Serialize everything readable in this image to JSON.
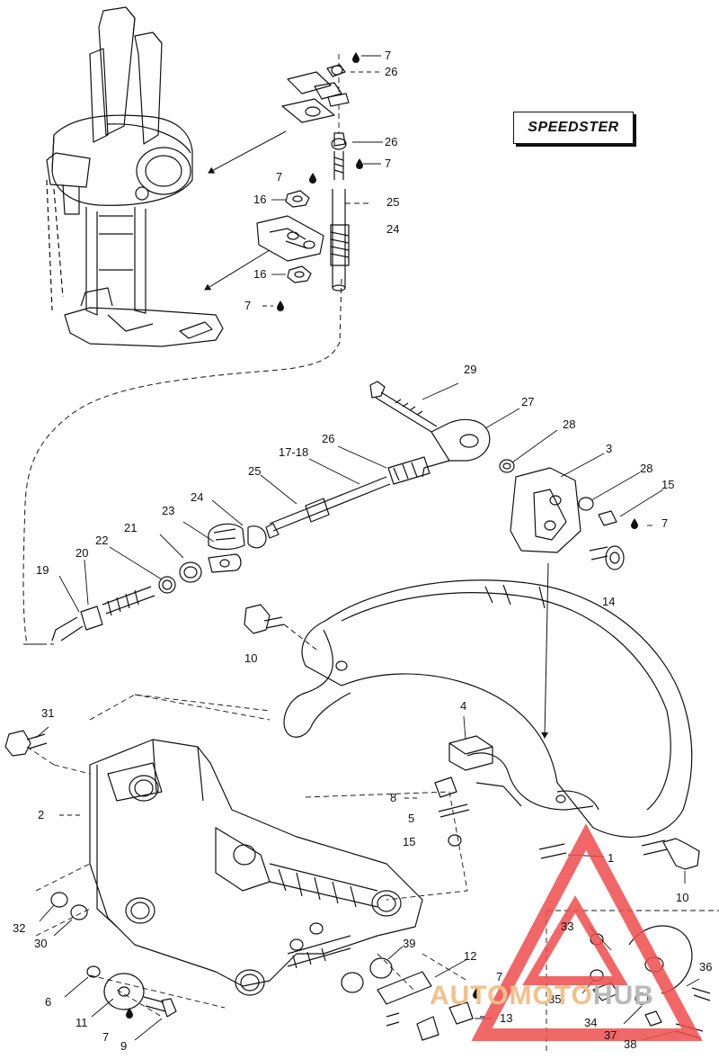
{
  "model_label": "SPEEDSTER",
  "watermark": {
    "part1": "AUTOMOTO",
    "part2": "HUB",
    "color_triangle": "#ef4d4d",
    "color_text_a": "#f3c08a",
    "color_text_b": "#b9b9b9"
  },
  "callouts": [
    "7",
    "26",
    "26",
    "7",
    "7",
    "16",
    "25",
    "24",
    "16",
    "7",
    "29",
    "27",
    "28",
    "3",
    "28",
    "15",
    "7",
    "26",
    "17-18",
    "25",
    "24",
    "23",
    "21",
    "22",
    "20",
    "19",
    "14",
    "10",
    "31",
    "4",
    "8",
    "5",
    "15",
    "2",
    "1",
    "10",
    "32",
    "30",
    "33",
    "36",
    "39",
    "12",
    "7",
    "13",
    "6",
    "11",
    "7",
    "9",
    "35",
    "34",
    "37",
    "38"
  ]
}
